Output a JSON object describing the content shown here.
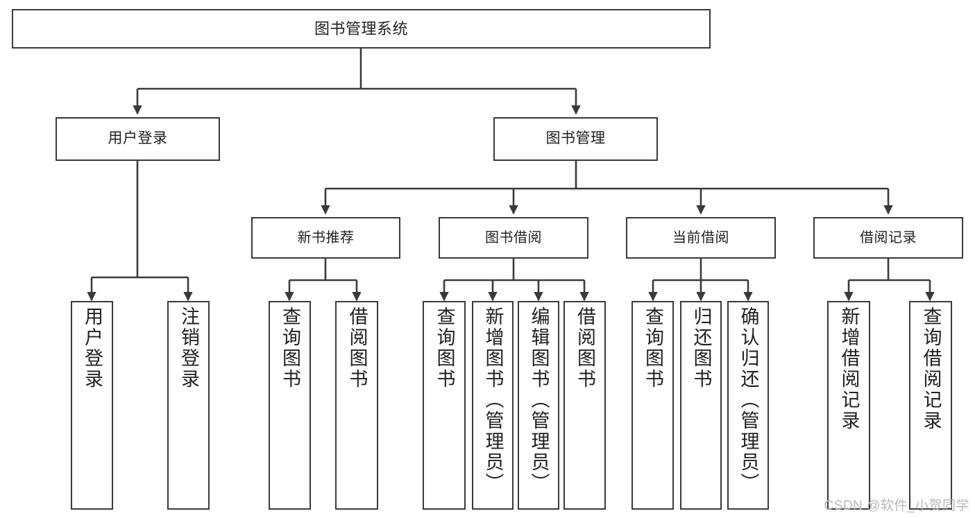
{
  "diagram": {
    "title": "图书管理系统",
    "type": "tree",
    "watermark": "CSDN @软件_小贺同学",
    "colors": {
      "box_border": "#3a3a3a",
      "box_fill": "#ffffff",
      "connector": "#3a3a3a",
      "text": "#1f1f1f",
      "watermark": "#b9b9b9",
      "background": "#ffffff"
    }
  },
  "nodes": {
    "root": {
      "label": "图书管理系统"
    },
    "level2": [
      {
        "id": "user-login",
        "label": "用户登录"
      },
      {
        "id": "book-manage",
        "label": "图书管理"
      }
    ],
    "level3": [
      {
        "id": "new-book-recommend",
        "label": "新书推荐"
      },
      {
        "id": "book-borrow",
        "label": "图书借阅"
      },
      {
        "id": "current-borrow",
        "label": "当前借阅"
      },
      {
        "id": "borrow-record",
        "label": "借阅记录"
      }
    ],
    "leaves": {
      "user_login": [
        {
          "id": "leaf-user-login",
          "label": "用户登录"
        },
        {
          "id": "leaf-logout-login",
          "label": "注销登录"
        }
      ],
      "new_book_recommend": [
        {
          "id": "leaf-query-book-1",
          "label": "查询图书"
        },
        {
          "id": "leaf-borrow-book-1",
          "label": "借阅图书"
        }
      ],
      "book_borrow": [
        {
          "id": "leaf-query-book-2",
          "label": "查询图书"
        },
        {
          "id": "leaf-add-book",
          "label": "新增图书（管理员）"
        },
        {
          "id": "leaf-edit-book",
          "label": "编辑图书（管理员）"
        },
        {
          "id": "leaf-borrow-book-2",
          "label": "借阅图书"
        }
      ],
      "current_borrow": [
        {
          "id": "leaf-query-book-3",
          "label": "查询图书"
        },
        {
          "id": "leaf-return-book",
          "label": "归还图书"
        },
        {
          "id": "leaf-confirm-return",
          "label": "确认归还（管理员）"
        }
      ],
      "borrow_record": [
        {
          "id": "leaf-add-record",
          "label": "新增借阅记录"
        },
        {
          "id": "leaf-query-record",
          "label": "查询借阅记录"
        }
      ]
    }
  }
}
